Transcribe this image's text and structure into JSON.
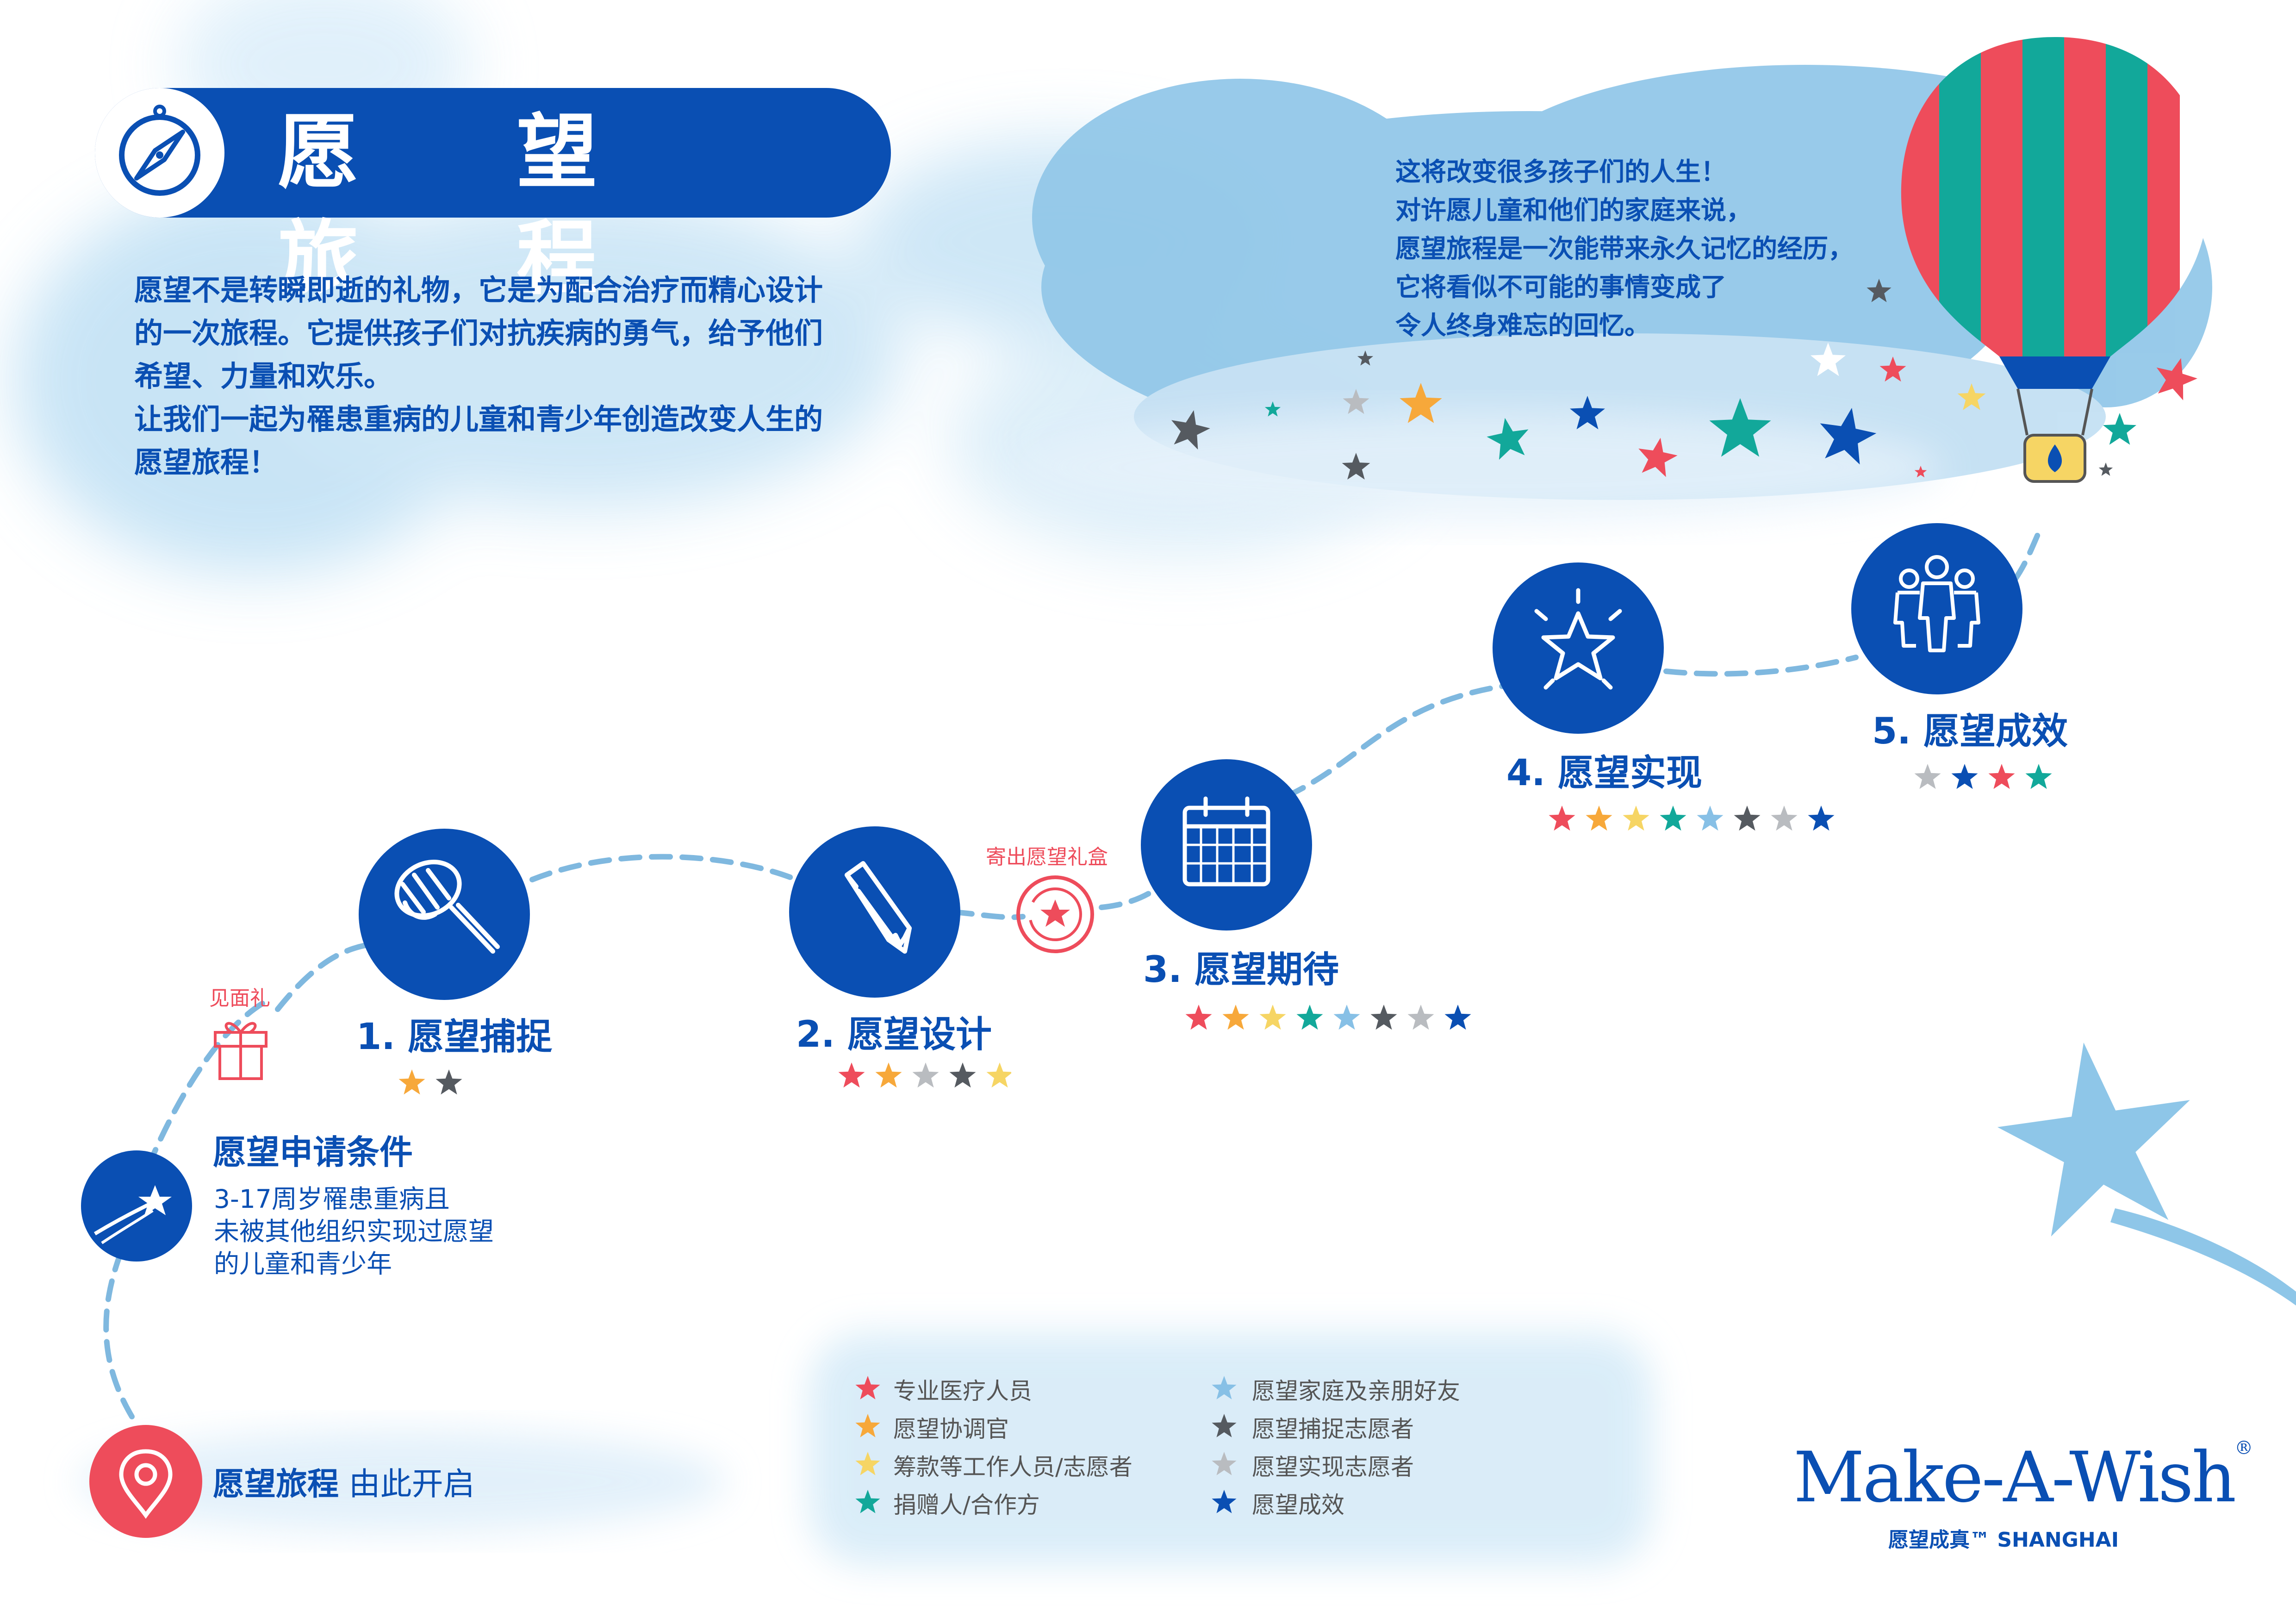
{
  "title": "愿 望 旅 程",
  "intro": [
    "愿望不是转瞬即逝的礼物，它是为配合治疗而精心设计",
    "的一次旅程。它提供孩子们对抗疾病的勇气，给予他们",
    "希望、力量和欢乐。",
    "让我们一起为罹患重病的儿童和青少年创造改变人生的",
    "愿望旅程！"
  ],
  "quote": [
    "这将改变很多孩子们的人生！",
    "对许愿儿童和他们的家庭来说，",
    "愿望旅程是一次能带来永久记忆的经历，",
    "它将看似不可能的事情变成了",
    "令人终身难忘的回忆。"
  ],
  "start": {
    "bold": "愿望旅程",
    "rest": " 由此开启"
  },
  "condition": {
    "title": "愿望申请条件",
    "lines": [
      "3-17周岁罹患重病且",
      "未被其他组织实现过愿望",
      "的儿童和青少年"
    ]
  },
  "markers": {
    "gift": "见面礼",
    "box": "寄出愿望礼盒"
  },
  "steps": [
    {
      "label": "1. 愿望捕捉",
      "icon": "butterfly-net-icon",
      "stars": [
        "orange",
        "dark"
      ]
    },
    {
      "label": "2. 愿望设计",
      "icon": "pencil-icon",
      "stars": [
        "red",
        "orange",
        "gray",
        "dark",
        "yellow"
      ]
    },
    {
      "label": "3. 愿望期待",
      "icon": "calendar-icon",
      "stars": [
        "red",
        "orange",
        "yellow",
        "teal",
        "lightblue",
        "dark",
        "gray",
        "navy"
      ]
    },
    {
      "label": "4. 愿望实现",
      "icon": "star-burst-icon",
      "stars": [
        "red",
        "orange",
        "yellow",
        "teal",
        "lightblue",
        "dark",
        "gray",
        "navy"
      ]
    },
    {
      "label": "5. 愿望成效",
      "icon": "people-group-icon",
      "stars": [
        "gray",
        "navy",
        "red",
        "teal"
      ]
    }
  ],
  "legend": [
    {
      "label": "专业医疗人员",
      "color": "red"
    },
    {
      "label": "愿望协调官",
      "color": "orange"
    },
    {
      "label": "筹款等工作人员/志愿者",
      "color": "yellow"
    },
    {
      "label": "捐赠人/合作方",
      "color": "teal"
    },
    {
      "label": "愿望家庭及亲朋好友",
      "color": "lightblue"
    },
    {
      "label": "愿望捕捉志愿者",
      "color": "dark"
    },
    {
      "label": "愿望实现志愿者",
      "color": "gray"
    },
    {
      "label": "愿望成效",
      "color": "navy"
    }
  ],
  "logo": {
    "name": "Make-A-Wish",
    "reg": "®",
    "sub": "愿望成真™ SHANGHAI"
  },
  "colors": {
    "navy": "#0a4fb3",
    "red": "#ee4c5b",
    "orange": "#f7a83a",
    "yellow": "#f6d564",
    "teal": "#12a89a",
    "lightblue": "#87c0e6",
    "dark": "#555a60",
    "gray": "#b9bcc0",
    "cloud": "#8ec6e8",
    "cloud_light": "#d3e9f7"
  }
}
